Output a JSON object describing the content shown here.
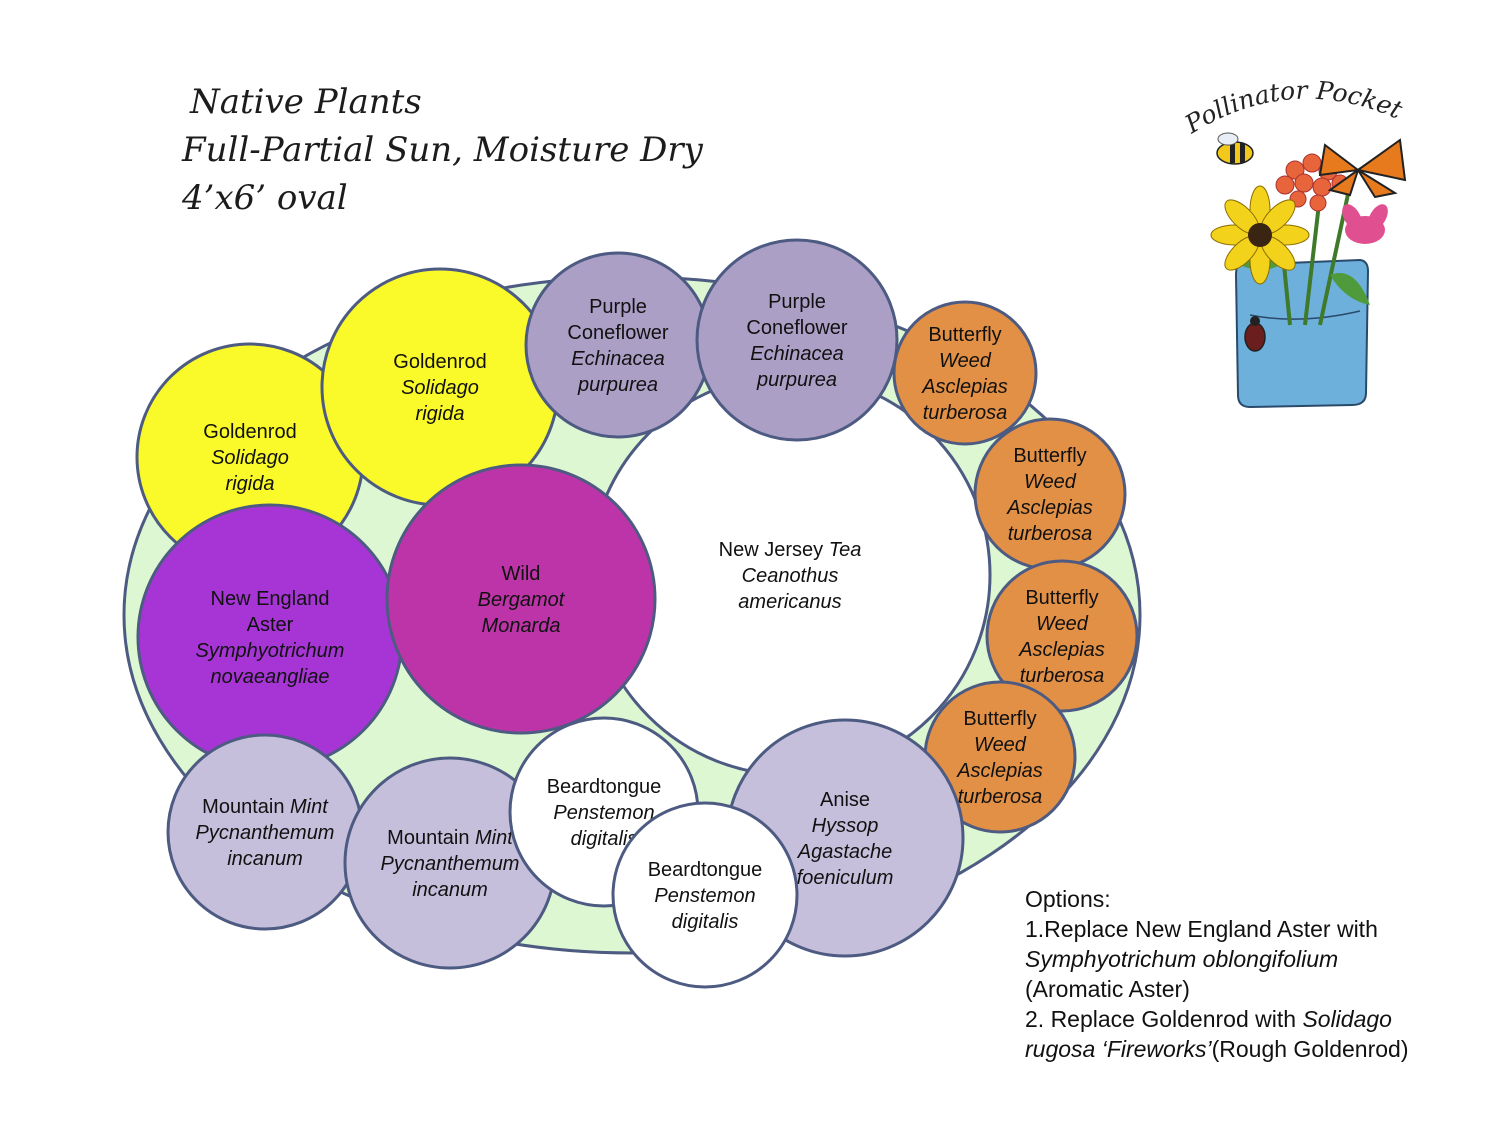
{
  "header": {
    "title": "Native Plants",
    "conditions": "Full-Partial Sun, Moisture Dry",
    "size": "4’x6’ oval"
  },
  "logo": {
    "text": "Pollinator Pocket"
  },
  "colors": {
    "bed": "#ddf7d3",
    "outline": "#4d5b82",
    "goldenrod": "#fafa2a",
    "aster": "#a735d6",
    "bergamot": "#bd34a8",
    "coneflower": "#ab9fc6",
    "butterfly_weed": "#e29046",
    "mint": "#c6bfdb",
    "hyssop": "#c6bfdb",
    "white": "#ffffff"
  },
  "plants": [
    {
      "id": "new-jersey-tea",
      "color": "white",
      "lines": [
        [
          [
            "New Jersey ",
            false
          ],
          [
            "Tea",
            true
          ]
        ],
        [
          [
            "Ceanothus",
            true
          ]
        ],
        [
          [
            "americanus",
            true
          ]
        ]
      ]
    },
    {
      "id": "goldenrod-left",
      "color": "goldenrod",
      "lines": [
        [
          [
            "Goldenrod",
            false
          ]
        ],
        [
          [
            "Solidago",
            true
          ]
        ],
        [
          [
            "rigida",
            true
          ]
        ]
      ]
    },
    {
      "id": "goldenrod-top",
      "color": "goldenrod",
      "lines": [
        [
          [
            "Goldenrod",
            false
          ]
        ],
        [
          [
            "Solidago",
            true
          ]
        ],
        [
          [
            "rigida",
            true
          ]
        ]
      ]
    },
    {
      "id": "purple-coneflower-1",
      "color": "coneflower",
      "lines": [
        [
          [
            "Purple",
            false
          ]
        ],
        [
          [
            "Coneflower",
            false
          ]
        ],
        [
          [
            "Echinacea",
            true
          ]
        ],
        [
          [
            "purpurea",
            true
          ]
        ]
      ]
    },
    {
      "id": "purple-coneflower-2",
      "color": "coneflower",
      "lines": [
        [
          [
            "Purple",
            false
          ]
        ],
        [
          [
            "Coneflower",
            false
          ]
        ],
        [
          [
            "Echinacea",
            true
          ]
        ],
        [
          [
            "purpurea",
            true
          ]
        ]
      ]
    },
    {
      "id": "butterfly-weed-1",
      "color": "butterfly_weed",
      "lines": [
        [
          [
            "Butterfly",
            false
          ]
        ],
        [
          [
            "Weed",
            true
          ]
        ],
        [
          [
            "Asclepias",
            true
          ]
        ],
        [
          [
            "turberosa",
            true
          ]
        ]
      ]
    },
    {
      "id": "butterfly-weed-2",
      "color": "butterfly_weed",
      "lines": [
        [
          [
            "Butterfly",
            false
          ]
        ],
        [
          [
            "Weed",
            true
          ]
        ],
        [
          [
            "Asclepias",
            true
          ]
        ],
        [
          [
            "turberosa",
            true
          ]
        ]
      ]
    },
    {
      "id": "butterfly-weed-3",
      "color": "butterfly_weed",
      "lines": [
        [
          [
            "Butterfly",
            false
          ]
        ],
        [
          [
            "Weed",
            true
          ]
        ],
        [
          [
            "Asclepias",
            true
          ]
        ],
        [
          [
            "turberosa",
            true
          ]
        ]
      ]
    },
    {
      "id": "butterfly-weed-4",
      "color": "butterfly_weed",
      "lines": [
        [
          [
            "Butterfly",
            false
          ]
        ],
        [
          [
            "Weed",
            true
          ]
        ],
        [
          [
            "Asclepias",
            true
          ]
        ],
        [
          [
            "turberosa",
            true
          ]
        ]
      ]
    },
    {
      "id": "new-england-aster",
      "color": "aster",
      "lines": [
        [
          [
            "New England",
            false
          ]
        ],
        [
          [
            "Aster",
            false
          ]
        ],
        [
          [
            "Symphyotrichum",
            true
          ]
        ],
        [
          [
            "novaeangliae",
            true
          ]
        ]
      ]
    },
    {
      "id": "wild-bergamot",
      "color": "bergamot",
      "lines": [
        [
          [
            "Wild",
            false
          ]
        ],
        [
          [
            "Bergamot",
            true
          ]
        ],
        [
          [
            "Monarda",
            true
          ]
        ]
      ]
    },
    {
      "id": "anise-hyssop",
      "color": "hyssop",
      "lines": [
        [
          [
            "Anise",
            false
          ]
        ],
        [
          [
            "Hyssop",
            true
          ]
        ],
        [
          [
            "Agastache",
            true
          ]
        ],
        [
          [
            "foeniculum",
            true
          ]
        ]
      ]
    },
    {
      "id": "mountain-mint-1",
      "color": "mint",
      "lines": [
        [
          [
            "Mountain ",
            false
          ],
          [
            "Mint",
            true
          ]
        ],
        [
          [
            "Pycnanthemum",
            true
          ]
        ],
        [
          [
            "incanum",
            true
          ]
        ]
      ]
    },
    {
      "id": "mountain-mint-2",
      "color": "mint",
      "lines": [
        [
          [
            "Mountain ",
            false
          ],
          [
            "Mint",
            true
          ]
        ],
        [
          [
            "Pycnanthemum",
            true
          ]
        ],
        [
          [
            "incanum",
            true
          ]
        ]
      ]
    },
    {
      "id": "beardtongue-1",
      "color": "white",
      "lines": [
        [
          [
            "Beardtongue",
            false
          ]
        ],
        [
          [
            "Penstemon",
            true
          ]
        ],
        [
          [
            "digitalis",
            true
          ]
        ]
      ]
    },
    {
      "id": "beardtongue-2",
      "color": "white",
      "lines": [
        [
          [
            "Beardtongue",
            false
          ]
        ],
        [
          [
            "Penstemon",
            true
          ]
        ],
        [
          [
            "digitalis",
            true
          ]
        ]
      ]
    }
  ],
  "options": {
    "heading": "Options:",
    "line1": "1.Replace New England Aster with",
    "line2": "Symphyotrichum oblongifolium",
    "line3": "(Aromatic Aster)",
    "line4_a": "2. Replace Goldenrod with ",
    "line4_b": "Solidago",
    "line5_a": "rugosa ‘Fireworks’",
    "line5_b": "(Rough Goldenrod)"
  }
}
